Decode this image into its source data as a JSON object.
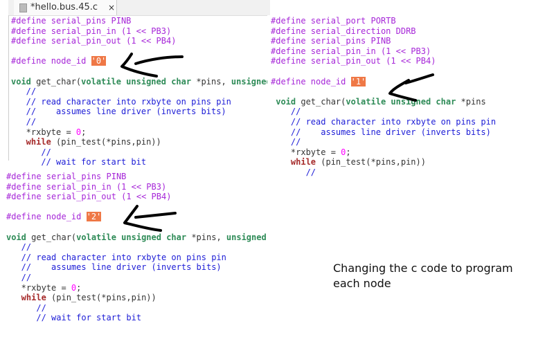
{
  "tab": {
    "title": "*hello.bus.45.c",
    "close": "×",
    "icon": "file-icon"
  },
  "caption": "Changing the c code to program each node",
  "colors": {
    "highlight": "#ef7846",
    "preprocessor": "#a626d8",
    "keyword": "#2e8b57",
    "comment": "#1b1bd6"
  },
  "panels": [
    {
      "name": "node-0-code",
      "lines": [
        [
          [
            "pp",
            "#define serial_pins PINB"
          ]
        ],
        [
          [
            "pp",
            "#define serial_pin_in (1 << PB3)"
          ]
        ],
        [
          [
            "pp",
            "#define serial_pin_out (1 << PB4)"
          ]
        ],
        [],
        [
          [
            "pp",
            "#define node_id "
          ],
          [
            "hl",
            "'0'"
          ]
        ],
        [],
        [
          [
            "kw",
            "void"
          ],
          [
            "nt",
            " get_char("
          ],
          [
            "kw",
            "volatile unsigned char"
          ],
          [
            "nt",
            " *pins, "
          ],
          [
            "kw",
            "unsigned"
          ]
        ],
        [
          [
            "cm",
            "   //"
          ]
        ],
        [
          [
            "cm",
            "   // read character into rxbyte on pins pin"
          ]
        ],
        [
          [
            "cm",
            "   //    assumes line driver (inverts bits)"
          ]
        ],
        [
          [
            "cm",
            "   //"
          ]
        ],
        [
          [
            "nt",
            "   *rxbyte = "
          ],
          [
            "num",
            "0"
          ],
          [
            "nt",
            ";"
          ]
        ],
        [
          [
            "fl",
            "   while"
          ],
          [
            "nt",
            " (pin_test(*pins,pin))"
          ]
        ],
        [
          [
            "cm",
            "      //"
          ]
        ],
        [
          [
            "cm",
            "      // wait for start bit"
          ]
        ]
      ]
    },
    {
      "name": "node-1-code",
      "lines": [
        [
          [
            "pp",
            "#define serial_port PORTB"
          ]
        ],
        [
          [
            "pp",
            "#define serial_direction DDRB"
          ]
        ],
        [
          [
            "pp",
            "#define serial_pins PINB"
          ]
        ],
        [
          [
            "pp",
            "#define serial_pin_in (1 << PB3)"
          ]
        ],
        [
          [
            "pp",
            "#define serial_pin_out (1 << PB4)"
          ]
        ],
        [],
        [
          [
            "pp",
            "#define node_id "
          ],
          [
            "hl",
            "'1'"
          ]
        ],
        [],
        [
          [
            "kw",
            " void"
          ],
          [
            "nt",
            " get_char("
          ],
          [
            "kw",
            "volatile unsigned char"
          ],
          [
            "nt",
            " *pins"
          ]
        ],
        [
          [
            "cm",
            "    //"
          ]
        ],
        [
          [
            "cm",
            "    // read character into rxbyte on pins pin"
          ]
        ],
        [
          [
            "cm",
            "    //    assumes line driver (inverts bits)"
          ]
        ],
        [
          [
            "cm",
            "    //"
          ]
        ],
        [
          [
            "nt",
            "    *rxbyte = "
          ],
          [
            "num",
            "0"
          ],
          [
            "nt",
            ";"
          ]
        ],
        [
          [
            "fl",
            "    while"
          ],
          [
            "nt",
            " (pin_test(*pins,pin))"
          ]
        ],
        [
          [
            "cm",
            "       //"
          ]
        ]
      ]
    },
    {
      "name": "node-2-code",
      "lines": [
        [
          [
            "pp",
            "#define serial_pins PINB"
          ]
        ],
        [
          [
            "pp",
            "#define serial_pin_in (1 << PB3)"
          ]
        ],
        [
          [
            "pp",
            "#define serial_pin_out (1 << PB4)"
          ]
        ],
        [],
        [
          [
            "pp",
            "#define node_id "
          ],
          [
            "hl",
            "'2'"
          ]
        ],
        [],
        [
          [
            "kw",
            "void"
          ],
          [
            "nt",
            " get_char("
          ],
          [
            "kw",
            "volatile unsigned char"
          ],
          [
            "nt",
            " *pins, "
          ],
          [
            "kw",
            "unsigned"
          ]
        ],
        [
          [
            "cm",
            "   //"
          ]
        ],
        [
          [
            "cm",
            "   // read character into rxbyte on pins pin"
          ]
        ],
        [
          [
            "cm",
            "   //    assumes line driver (inverts bits)"
          ]
        ],
        [
          [
            "cm",
            "   //"
          ]
        ],
        [
          [
            "nt",
            "   *rxbyte = "
          ],
          [
            "num",
            "0"
          ],
          [
            "nt",
            ";"
          ]
        ],
        [
          [
            "fl",
            "   while"
          ],
          [
            "nt",
            " (pin_test(*pins,pin))"
          ]
        ],
        [
          [
            "cm",
            "      //"
          ]
        ],
        [
          [
            "cm",
            "      // wait for start bit"
          ]
        ]
      ]
    }
  ]
}
